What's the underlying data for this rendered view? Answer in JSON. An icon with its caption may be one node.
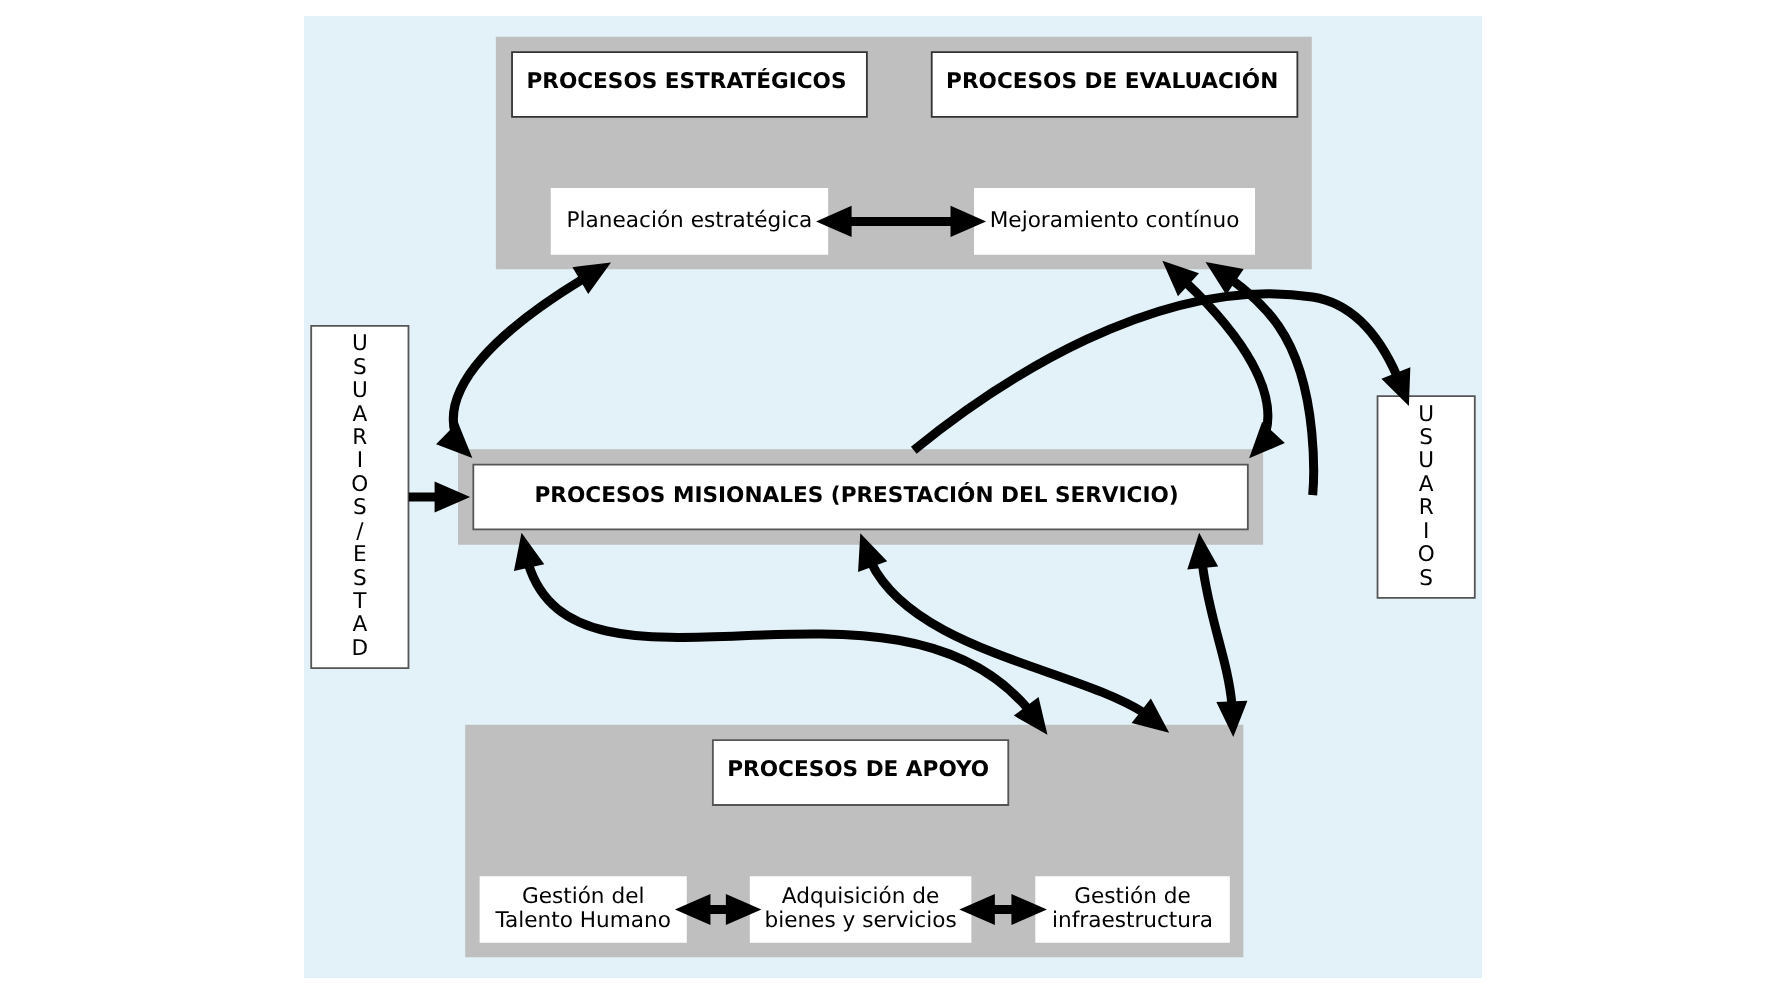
{
  "diagram": {
    "nodes": [
      {
        "text": [
          "USUARIOS/ESTAD"
        ]
      },
      {
        "text": [],
        "shape": "box"
      },
      {
        "text": [
          "PROCESOS ESTRATÉGICOS"
        ],
        "in": 1
      },
      {
        "text": [
          "Planeación estratégica"
        ],
        "in": 1
      },
      {
        "text": [
          "PROCESOS DE EVALUACIÓN"
        ],
        "in": 1
      },
      {
        "text": [
          "Mejoramiento contínuo"
        ],
        "in": 1
      },
      {
        "text": [],
        "shape": "box"
      },
      {
        "text": [
          "PROCESOS MISIONALES (PRESTACIÓN DEL SERVICIO)"
        ],
        "in": 6
      },
      {
        "text": [],
        "shape": "box"
      },
      {
        "text": [
          "PROCESOS DE APOYO"
        ],
        "in": 8
      },
      {
        "text": [
          "Gestión del Talento Humano"
        ],
        "in": 8
      },
      {
        "text": [
          "Adquisición de bienes y servicios"
        ],
        "in": 8
      },
      {
        "text": [
          "Gestión de infraestructura"
        ],
        "in": 8
      },
      {
        "text": [
          "USUARIOS"
        ]
      }
    ],
    "edges": [
      {
        "from": 0,
        "to": 6,
        "arrow": "to"
      },
      {
        "from": 3,
        "to": 5,
        "arrow": "both"
      },
      {
        "from": 1,
        "to": 6,
        "arrow": "both"
      },
      {
        "from": 1,
        "to": 6,
        "arrow": "both"
      },
      {
        "from": 6,
        "to": 8,
        "arrow": "both"
      },
      {
        "from": 6,
        "to": 8,
        "arrow": "both"
      },
      {
        "from": 6,
        "to": 8,
        "arrow": "both"
      },
      {
        "from": 10,
        "to": 11,
        "arrow": "both"
      },
      {
        "from": 11,
        "to": 12,
        "arrow": "both"
      },
      {
        "from": 6,
        "to": 13,
        "arrow": "to"
      },
      {
        "from": null,
        "to": 1,
        "arrow": "to"
      }
    ]
  }
}
